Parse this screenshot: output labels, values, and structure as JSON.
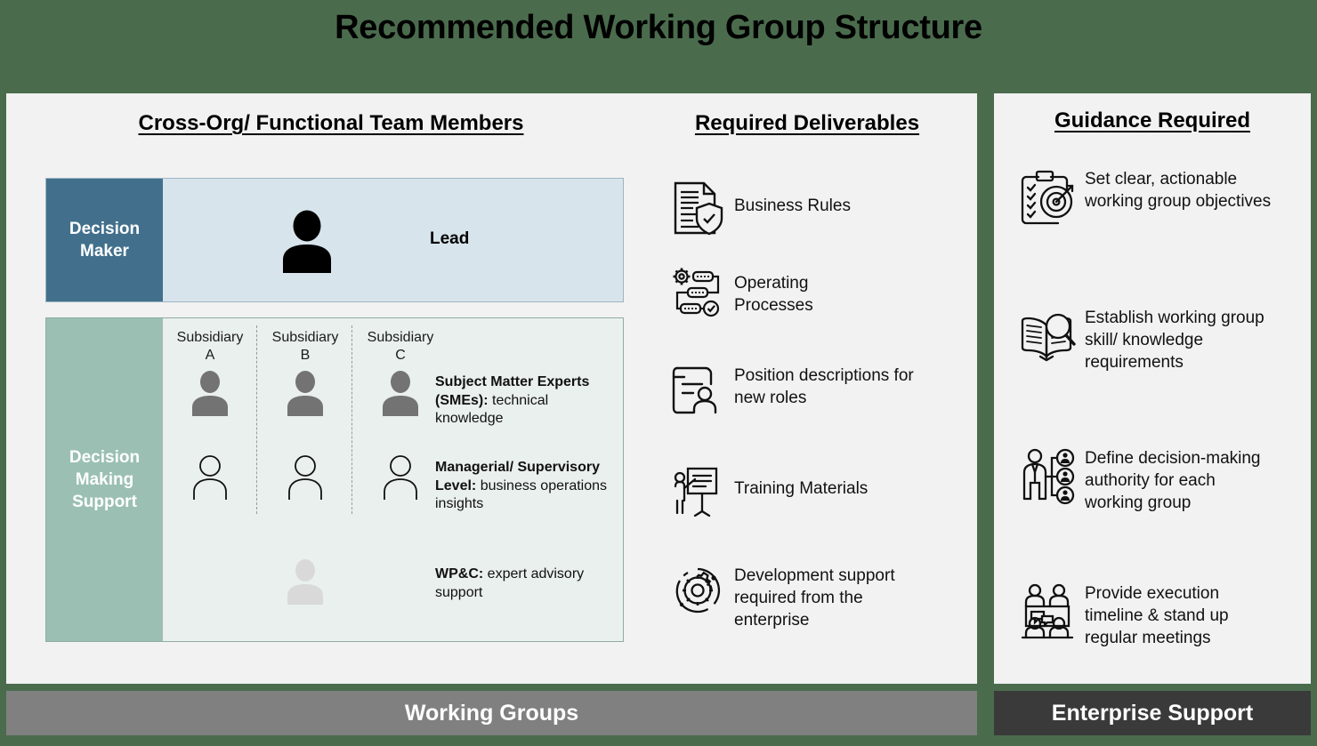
{
  "title": "Recommended Working Group Structure",
  "columns": {
    "team": {
      "heading": "Cross-Org/ Functional Team Members",
      "decision_maker": {
        "label": "Decision\nMaker",
        "label_line1": "Decision",
        "label_line2": "Maker",
        "person_label": "Lead",
        "icon": "person-filled-black-icon",
        "header_color": "#42708c",
        "body_color": "#d8e4ec"
      },
      "decision_support": {
        "label_line1": "Decision",
        "label_line2": "Making",
        "label_line3": "Support",
        "header_color": "#9bc0b3",
        "body_color": "#e9f0ed",
        "subsidiaries": [
          {
            "line1": "Subsidiary",
            "line2": "A"
          },
          {
            "line1": "Subsidiary",
            "line2": "B"
          },
          {
            "line1": "Subsidiary",
            "line2": "C"
          }
        ],
        "roles": [
          {
            "bold": "Subject Matter Experts (SMEs):",
            "rest": " technical knowledge",
            "icon": "person-filled-gray-icon"
          },
          {
            "bold": "Managerial/ Supervisory Level:",
            "rest": " business operations insights",
            "icon": "person-outline-icon"
          },
          {
            "bold": "WP&C:",
            "rest": " expert advisory support",
            "icon": "person-filled-lightgray-icon"
          }
        ]
      }
    },
    "deliverables": {
      "heading": "Required Deliverables",
      "items": [
        {
          "label": "Business Rules",
          "icon": "document-shield-icon"
        },
        {
          "label": "Operating Processes",
          "icon": "gear-process-flow-icon"
        },
        {
          "label": "Position descriptions for new roles",
          "icon": "document-person-icon"
        },
        {
          "label": "Training Materials",
          "icon": "presenter-board-icon"
        },
        {
          "label": "Development support required from the enterprise",
          "icon": "gear-orbit-icon"
        }
      ]
    },
    "guidance": {
      "heading": "Guidance Required",
      "items": [
        {
          "label": "Set clear, actionable working group objectives",
          "icon": "clipboard-target-icon"
        },
        {
          "label": "Establish working group skill/ knowledge requirements",
          "icon": "book-magnifier-icon"
        },
        {
          "label": "Define decision-making authority for each working group",
          "icon": "org-hierarchy-person-icon"
        },
        {
          "label": "Provide execution timeline & stand up regular meetings",
          "icon": "meeting-people-icon"
        }
      ]
    }
  },
  "footers": {
    "working_groups": "Working Groups",
    "enterprise_support": "Enterprise Support"
  },
  "colors": {
    "background": "#4a6c4d",
    "panel": "#f2f2f2",
    "decision_maker_blue": "#42708c",
    "decision_maker_light": "#d8e4ec",
    "support_green": "#9bc0b3",
    "support_light": "#e9f0ed",
    "working_groups_bar": "#808080",
    "enterprise_bar": "#3a3a3a"
  }
}
